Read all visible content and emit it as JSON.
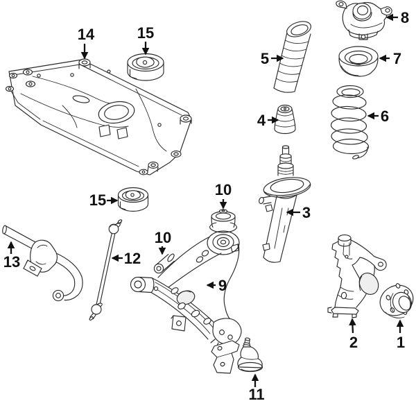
{
  "diagram": {
    "description": "Exploded parts diagram of a front suspension assembly with numbered callouts",
    "background_color": "#ffffff",
    "line_color": "#2a2a2a",
    "label_color": "#111111",
    "callouts": [
      {
        "label": "14"
      },
      {
        "label": "15"
      },
      {
        "label": "5"
      },
      {
        "label": "8"
      },
      {
        "label": "7"
      },
      {
        "label": "6"
      },
      {
        "label": "4"
      },
      {
        "label": "3"
      },
      {
        "label": "10"
      },
      {
        "label": "15"
      },
      {
        "label": "10"
      },
      {
        "label": "13"
      },
      {
        "label": "12"
      },
      {
        "label": "9"
      },
      {
        "label": "2"
      },
      {
        "label": "1"
      },
      {
        "label": "11"
      }
    ]
  }
}
